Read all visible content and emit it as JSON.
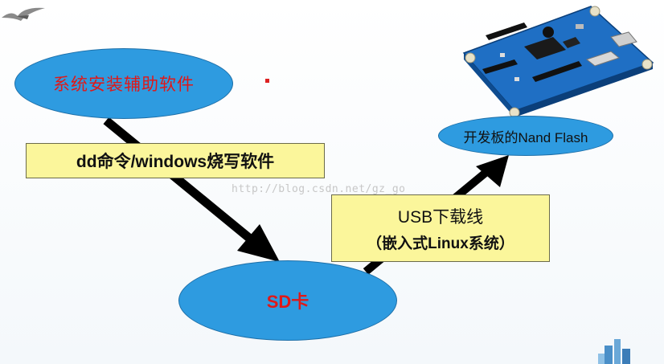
{
  "nodes": {
    "software": "系统安装辅助软件",
    "sdcard": "SD卡",
    "nandflash": "开发板的Nand Flash"
  },
  "labels": {
    "dd_tool": "dd命令/windows烧写软件",
    "usb_line1": "USB下载线",
    "usb_line2": "（嵌入式Linux系统）"
  },
  "watermark": "http://blog.csdn.net/gz_go",
  "colors": {
    "ellipse_fill": "#2e9be0",
    "ellipse_text_red": "#e01818",
    "box_fill": "#fbf69b",
    "arrow": "#000000"
  }
}
